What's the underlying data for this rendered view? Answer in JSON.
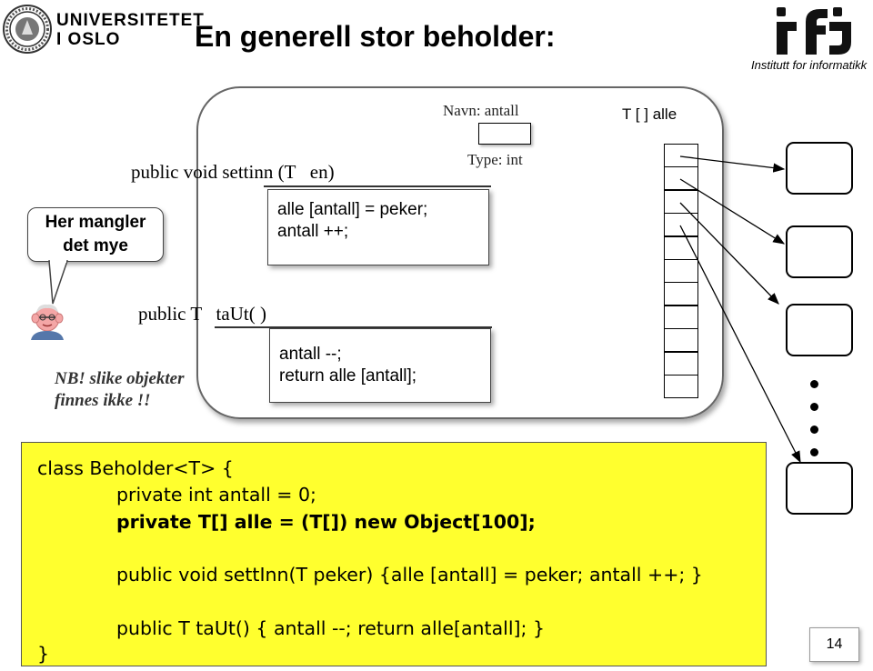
{
  "header": {
    "uio_line1": "UNIVERSITETET",
    "uio_line2": "I OSLO",
    "title": "En generell stor beholder:",
    "ifi_tagline": "Institutt for informatikk"
  },
  "diagram": {
    "navn_label": "Navn: antall",
    "type_label": "Type: int",
    "array_label": "T [ ] alle",
    "settinn_signature": "public void settinn (T   en)",
    "settinn_body": [
      "alle [antall] = peker;",
      "antall ++;"
    ],
    "taut_signature": "public T   taUt( )",
    "taut_body": [
      "antall --;",
      "return alle [antall];"
    ],
    "array_cell_count": 11,
    "object_box_count": 4,
    "ellipsis_dot_count": 4
  },
  "callout": {
    "lines": [
      "Her mangler",
      "det mye"
    ]
  },
  "note": {
    "lines": [
      "NB! slike objekter",
      "finnes ikke !!"
    ]
  },
  "code": {
    "lines": [
      "class Beholder<T> {",
      "private int antall = 0;",
      "private T[] alle = (T[]) new Object[100];",
      "public void settInn(T peker) {alle [antall] = peker; antall ++; }",
      "public T taUt() { antall --; return alle[antall]; }",
      "}"
    ]
  },
  "page_number": "14"
}
